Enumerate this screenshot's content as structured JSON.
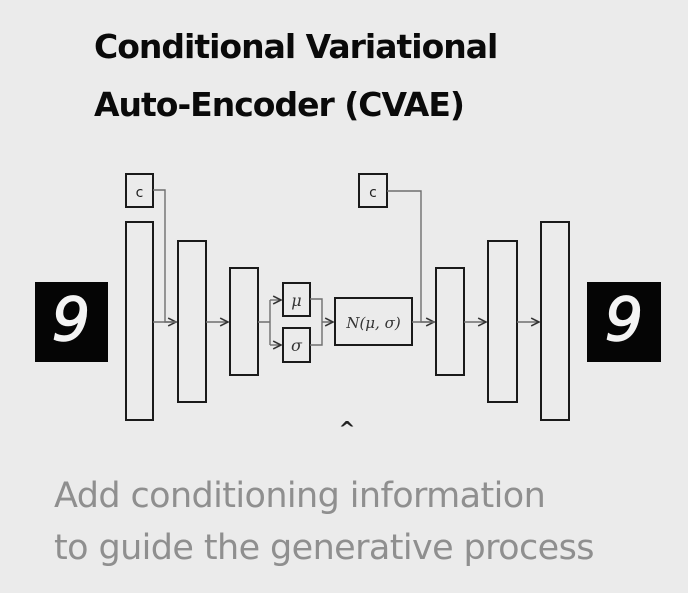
{
  "title": {
    "line1": "Conditional Variational",
    "line2": "Auto-Encoder (CVAE)"
  },
  "diagram": {
    "input_digit": "9",
    "output_digit": "9",
    "encoder_condition_label": "c",
    "decoder_condition_label": "c",
    "mu_label": "μ",
    "sigma_label": "σ",
    "sampler_label": "N(μ, σ)",
    "stray_mark": "^"
  },
  "subtitle": {
    "line1": "Add conditioning information",
    "line2": "to guide the generative process"
  },
  "colors": {
    "background": "#ebebeb",
    "title": "#0a0a0a",
    "subtitle": "#8f8f8f",
    "box_stroke": "#1a1a1a",
    "connector": "#6e6e6e"
  }
}
